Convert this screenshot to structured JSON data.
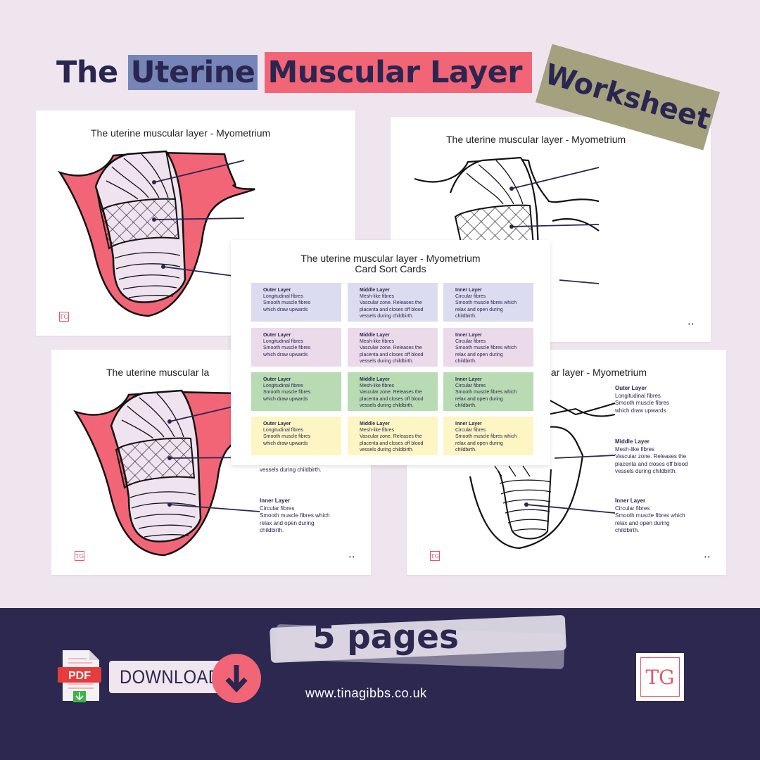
{
  "title": {
    "part1": "The",
    "part2": "Uterine",
    "part3": "Muscular Layer",
    "stamp": "Worksheet"
  },
  "sheets": {
    "title": "The uterine muscular layer - Myometrium",
    "title_partial": "ular layer - Myometrium",
    "title_partial_left": "The uterine muscular la",
    "logo": "TG",
    "labels": {
      "outer_heading": "Outer Layer",
      "outer_line1": "Longitudinal fibres",
      "outer_line2": "Smooth muscle fibres",
      "outer_line3": "which draw upwards",
      "middle_heading": "Middle Layer",
      "middle_line1": "Mesh-like fibres",
      "middle_line2": "Vascular zone. Releases the",
      "middle_line3": "placenta and closes off blood",
      "middle_line4": "vessels during childbirth.",
      "inner_heading": "Inner Layer",
      "inner_line1": "Circular fibres",
      "inner_line2": "Smooth muscle fibres which",
      "inner_line3": "relax and open during",
      "inner_line4": "childbirth.",
      "partial_vessels": "vessels during childbirth."
    }
  },
  "card_sheet": {
    "title_line1": "The uterine muscular layer - Myometrium",
    "title_line2": "Card Sort Cards",
    "outer": {
      "heading": "Outer Layer",
      "line1": "Longitudinal fibres",
      "line2": "Smooth muscle fibres",
      "line3": "which draw upwards"
    },
    "middle": {
      "heading": "Middle Layer",
      "line1": "Mesh-like fibres",
      "line2": "Vascular zone. Releases the",
      "line3": "placenta and closes off blood",
      "line4": "vessels during childbirth."
    },
    "inner": {
      "heading": "Inner Layer",
      "line1": "Circular fibres",
      "line2": "Smooth muscle fibres which",
      "line3": "relax and open during",
      "line4": "childbirth."
    },
    "row_colors": [
      "#dcdcf0",
      "#ebdaea",
      "#b9dbb4",
      "#fdf6c4"
    ]
  },
  "footer": {
    "pages": "5 pages",
    "download": "DOWNLOAD",
    "pdf": "PDF",
    "website": "www.tinagibbs.co.uk",
    "logo": "TG"
  },
  "colors": {
    "navy": "#2d2850",
    "coral": "#f26577",
    "periwinkle": "#7585b8",
    "olive": "#a4a17f",
    "background": "#efe5ee"
  }
}
